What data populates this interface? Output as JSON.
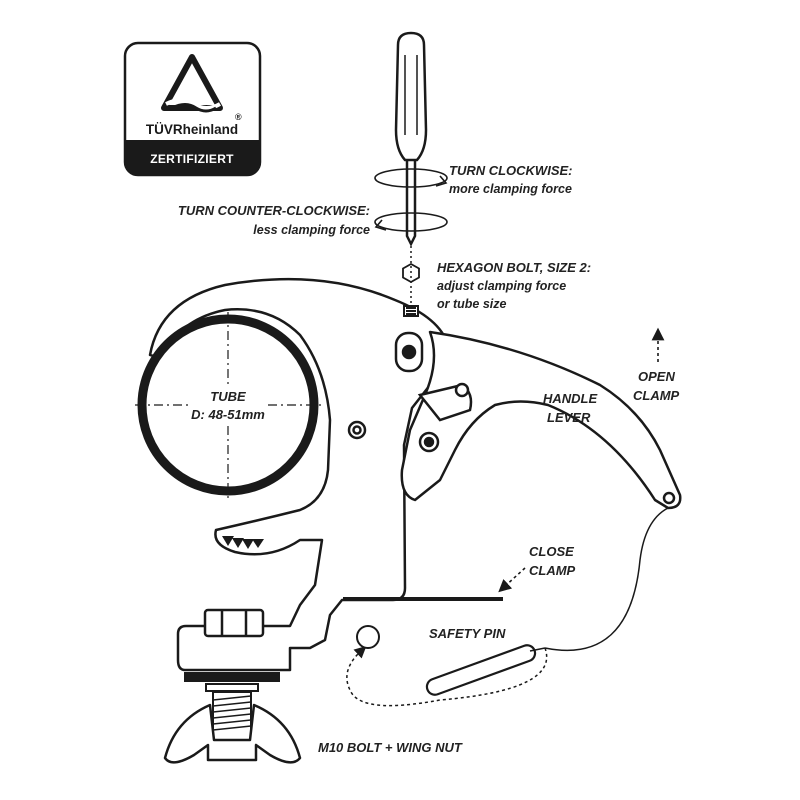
{
  "certification": {
    "brand": "TÜVRheinland",
    "registered_mark": "®",
    "status": "ZERTIFIZIERT"
  },
  "instructions": {
    "turn_clockwise": {
      "title": "TURN CLOCKWISE:",
      "detail": "more clamping force"
    },
    "turn_counter_clockwise": {
      "title": "TURN COUNTER-CLOCKWISE:",
      "detail": "less clamping force"
    },
    "hexagon_bolt": {
      "title": "HEXAGON BOLT, SIZE 2:",
      "line2": "adjust clamping force",
      "line3": "or tube size"
    }
  },
  "labels": {
    "tube": {
      "title": "TUBE",
      "size": "D: 48-51mm"
    },
    "handle_lever": {
      "line1": "HANDLE",
      "line2": "LEVER"
    },
    "open_clamp": {
      "line1": "OPEN",
      "line2": "CLAMP"
    },
    "close_clamp": {
      "line1": "CLOSE",
      "line2": "CLAMP"
    },
    "safety_pin": "SAFETY PIN",
    "bolt": "M10 BOLT  +  WING NUT"
  },
  "colors": {
    "ink": "#1a1a1a",
    "paper": "#ffffff"
  }
}
